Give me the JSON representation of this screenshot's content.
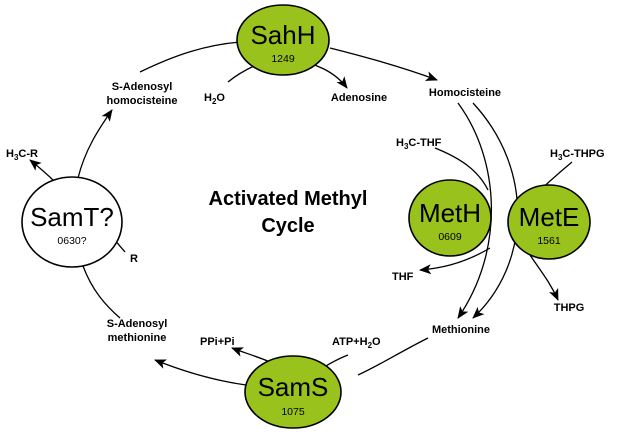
{
  "title": {
    "line1": "Activated Methyl",
    "line2": "Cycle"
  },
  "enzymes": {
    "sahh": {
      "name": "SahH",
      "id": "1249"
    },
    "meth": {
      "name": "MetH",
      "id": "0609"
    },
    "mete": {
      "name": "MetE",
      "id": "1561"
    },
    "sams": {
      "name": "SamS",
      "id": "1075"
    },
    "samt": {
      "name": "SamT?",
      "id": "0630?"
    }
  },
  "metabolites": {
    "s_adenosyl_homocysteine": {
      "line1": "S-Adenosyl",
      "line2": "homocisteine"
    },
    "homocisteine": "Homocisteine",
    "methionine": "Methionine",
    "s_adenosyl_methionine": {
      "line1": "S-Adenosyl",
      "line2": "methionine"
    }
  },
  "cofactors": {
    "h2o": {
      "base": "H",
      "sub": "2",
      "tail": "O"
    },
    "adenosine": "Adenosine",
    "h3c_thf": {
      "base": "H",
      "sub": "3",
      "tail": "C-THF"
    },
    "thf": "THF",
    "h3c_thpg": {
      "base": "H",
      "sub": "3",
      "tail": "C-THPG"
    },
    "thpg": "THPG",
    "atp_h2o": {
      "base": "ATP+H",
      "sub": "2",
      "tail": "O"
    },
    "ppi_pi": "PPi+Pi",
    "h3c_r": {
      "base": "H",
      "sub": "3",
      "tail": "C-R"
    },
    "r": "R"
  },
  "colors": {
    "enzyme_fill": "#99c31c",
    "unknown_enzyme_fill": "#ffffff",
    "line": "#000000"
  }
}
